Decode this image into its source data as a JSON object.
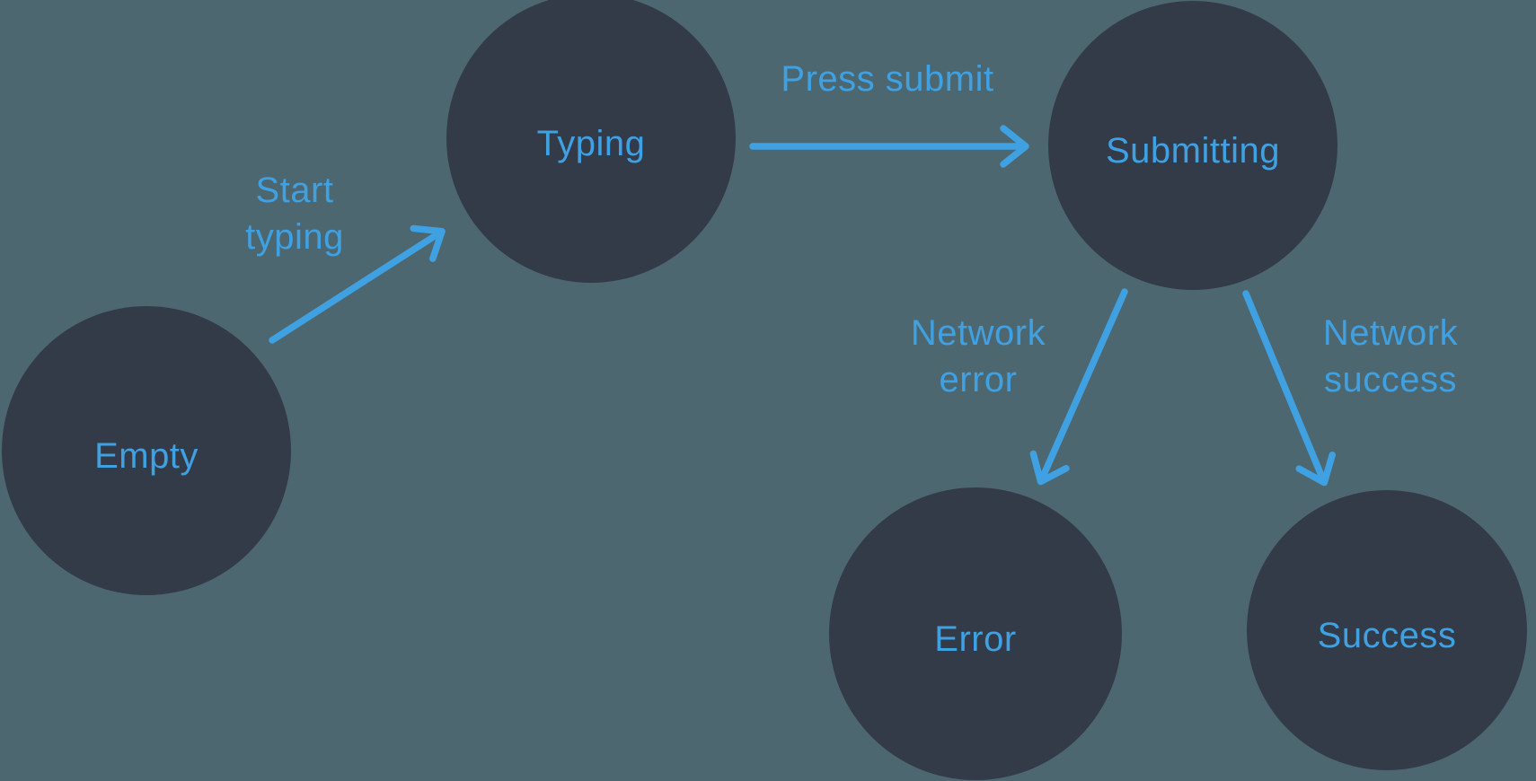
{
  "diagram": {
    "type": "state-machine",
    "colors": {
      "background": "#4D6770",
      "node_fill": "#333B49",
      "accent": "#3FA0E2"
    },
    "nodes": [
      {
        "id": "empty",
        "label": "Empty"
      },
      {
        "id": "typing",
        "label": "Typing"
      },
      {
        "id": "submitting",
        "label": "Submitting"
      },
      {
        "id": "error",
        "label": "Error"
      },
      {
        "id": "success",
        "label": "Success"
      }
    ],
    "edges": [
      {
        "id": "start-typing",
        "from": "empty",
        "to": "typing",
        "label": "Start typing"
      },
      {
        "id": "press-submit",
        "from": "typing",
        "to": "submitting",
        "label": "Press submit"
      },
      {
        "id": "network-error",
        "from": "submitting",
        "to": "error",
        "label": "Network error"
      },
      {
        "id": "network-success",
        "from": "submitting",
        "to": "success",
        "label": "Network success"
      }
    ]
  }
}
